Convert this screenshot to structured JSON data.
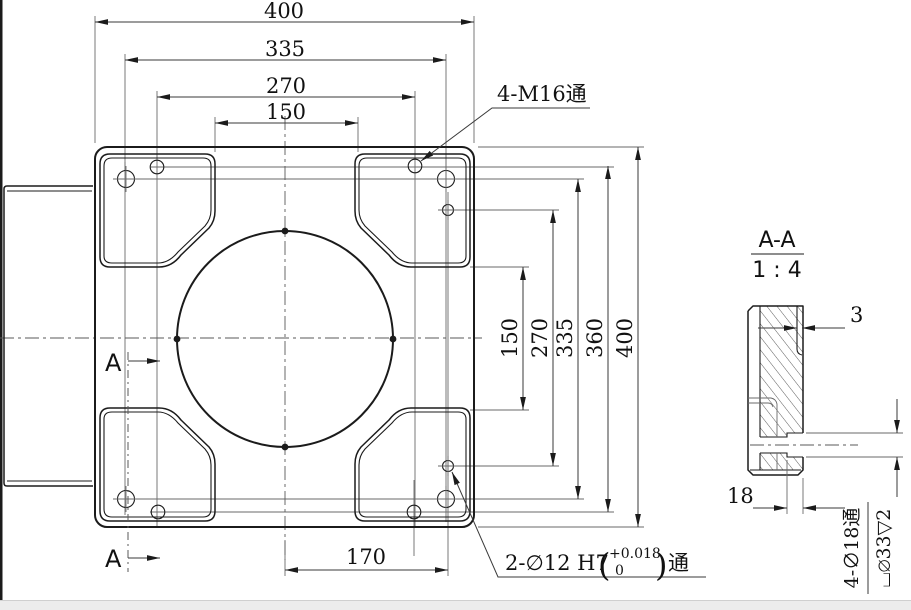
{
  "drawing": {
    "main_view": {
      "dims_top": {
        "outer_width": "400",
        "cbore_hole_span": "335",
        "m16_hole_span": "270",
        "center_boss_width": "150"
      },
      "dims_right": {
        "center_boss_height": "150",
        "dowel_hole_span": "270",
        "cbore_hole_span": "335",
        "m16_hole_span": "360",
        "outer_height": "400"
      },
      "dims_bottom": {
        "dowel_offset": "170"
      },
      "callouts": {
        "m16_holes": "4-M16通",
        "dowel_holes_prefix": "2-∅12 H7",
        "dowel_tol_open": "(",
        "dowel_tol_upper": "+0.018",
        "dowel_tol_lower": "0",
        "dowel_tol_close": ")",
        "dowel_holes_suffix": "通"
      },
      "section_cut": {
        "label_top": "A",
        "label_bottom": "A"
      }
    },
    "section_view": {
      "title": "A-A",
      "scale": "1 : 4",
      "dims": {
        "boss_lip": "3",
        "flange_thickness": "18"
      },
      "cbore_callout_line1": "4-∅18通",
      "cbore_callout_line2": "⌴∅33▽2"
    },
    "colors": {
      "line": "#1b1b1b",
      "background": "#ffffff",
      "footer_strip": "#ececec"
    }
  }
}
